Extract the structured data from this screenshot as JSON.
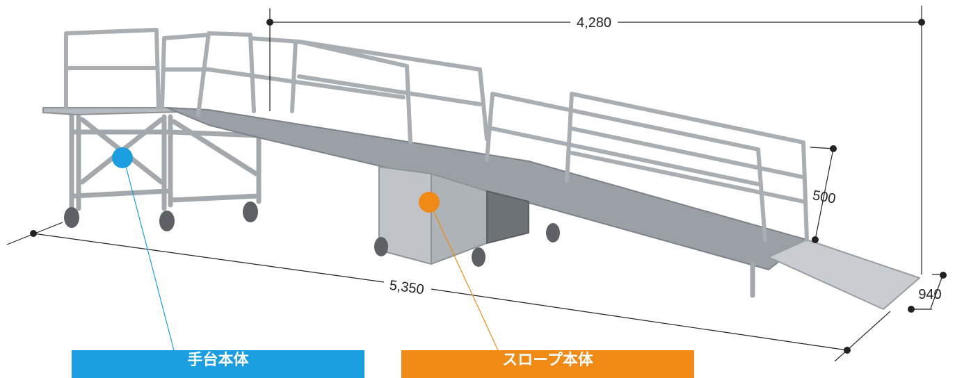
{
  "dimensions": {
    "overall_length": "5,350",
    "slope_length": "4,280",
    "height": "500",
    "width": "940"
  },
  "callouts": {
    "stage_label": "手台本体",
    "slope_label": "スロープ本体"
  },
  "colors": {
    "stage_marker": "#1a9ee0",
    "slope_marker": "#ef8a17",
    "dimension_line": "#222222",
    "frame": "#a9aeb3",
    "deck": "#8f959b",
    "deck_light": "#c3c7cb"
  }
}
